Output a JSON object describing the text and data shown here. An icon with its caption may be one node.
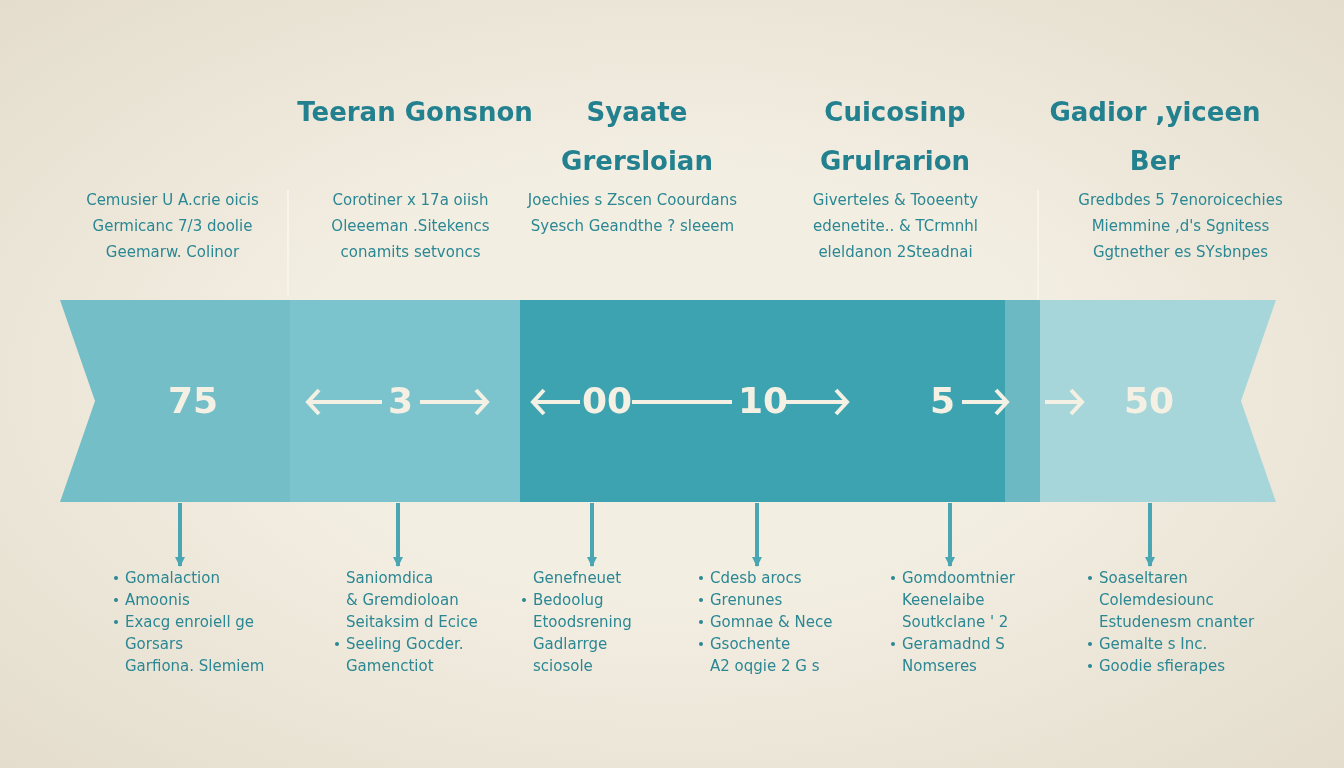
{
  "diagram": {
    "nodes": [
      {
        "text": [
          "75"
        ]
      },
      {
        "text": [
          "3"
        ]
      },
      {
        "text": [
          "00",
          "10",
          "5"
        ]
      },
      {
        "text": [
          "50"
        ]
      },
      {
        "text": [
          "Gomalaction",
          "Amoonis",
          "Exacg enroiell ge",
          "Gorsars",
          "Garfiona. Slemiem"
        ]
      },
      {
        "text": [
          "Saniomdica",
          "& Gremdioloan",
          "Seitaksim d Ecice",
          "Seeling Gocder.",
          "Gamenctiot"
        ]
      },
      {
        "text": [
          "Genefneuet",
          "Bedoolug",
          "Etoodsrening",
          "Gadlarrge",
          "sciosole"
        ]
      },
      {
        "text": [
          "Cdesb arocs",
          "Grenunes",
          "Gomnae & Nece",
          "Gsochente",
          "A2 oqgie 2 G s"
        ]
      },
      {
        "text": [
          "Gomdoomtnier",
          "Keenelaibe",
          "Soutkclane ' 2",
          "Geramadnd S",
          "Nomseres"
        ]
      },
      {
        "text": [
          "Soaseltaren",
          "Colemdesiounc",
          "Estudenesm cnanter",
          "Gemalte s Inc.",
          "Goodie sfierapes"
        ]
      }
    ],
    "edges": [
      {
        "from": 0,
        "to": 4,
        "arrow": "to"
      },
      {
        "from": 1,
        "to": 5,
        "arrow": "to"
      },
      {
        "from": 2,
        "to": 6,
        "arrow": "to"
      },
      {
        "from": 2,
        "to": 7,
        "arrow": "to"
      },
      {
        "from": 2,
        "to": 8,
        "arrow": "to"
      },
      {
        "from": 3,
        "to": 9,
        "arrow": "to"
      }
    ],
    "labels": [
      "Teeran Gonsnon",
      "Syaate Grersloian",
      "Cuicosinp Grulrarion",
      "Gadior ,yiceen Ber",
      "Cemusier U A.crie oicis Germicanc 7/3 doolie Geemarw. Colinor",
      "Corotiner x 17a oiish Oleeeman .Sitekencs conamits setvoncs",
      "Joechies s Zscen Coourdans Syesch Geandthe ? sleeem",
      "Giverteles & Tooeenty edenetite.. & TCrmnhl eleldanon 2Steadnai",
      "Gredbdes 5 7enoroicechies Miemmine ,d's Sgnitess Ggtnether es SYsbnpes"
    ]
  }
}
